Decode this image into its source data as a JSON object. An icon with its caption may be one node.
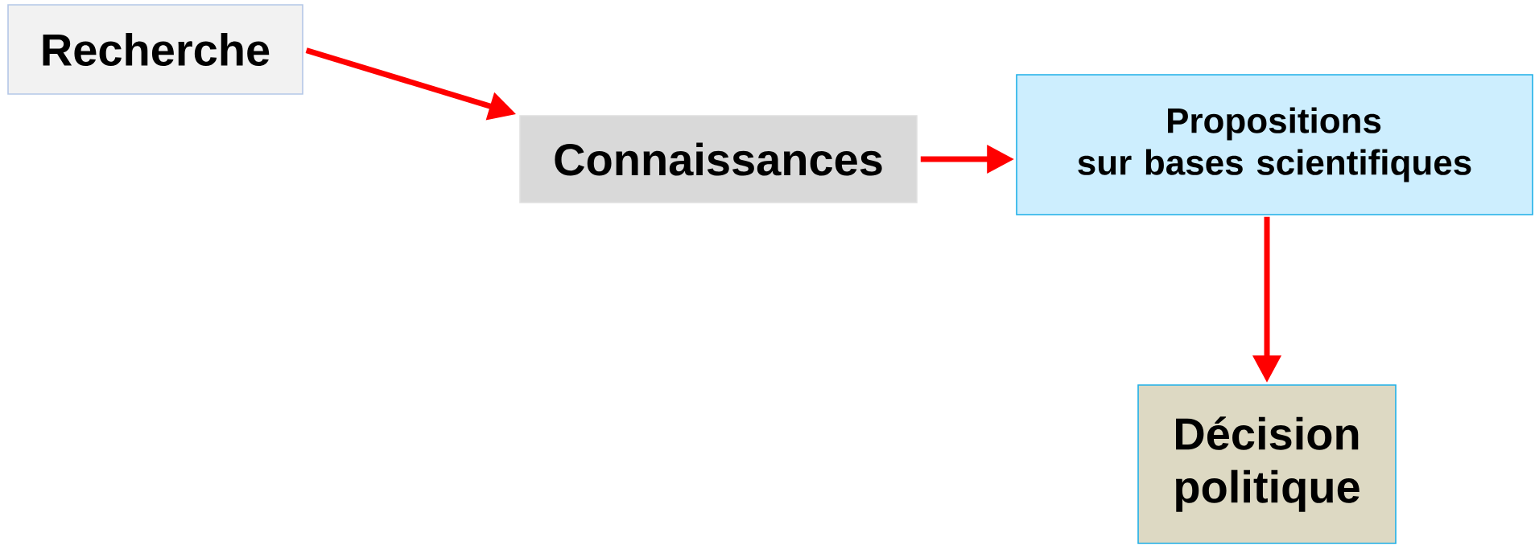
{
  "diagram": {
    "nodes": [
      {
        "text": [
          "Recherche"
        ]
      },
      {
        "text": [
          "Connaissances"
        ]
      },
      {
        "text": [
          "Propositions sur bases scientifiques"
        ]
      },
      {
        "text": [
          "Décision politique"
        ]
      }
    ],
    "edges": [
      {
        "from": 0,
        "to": 1,
        "arrow": "to"
      },
      {
        "from": 1,
        "to": 2,
        "arrow": "to"
      },
      {
        "from": 2,
        "to": 3,
        "arrow": "to"
      }
    ]
  }
}
